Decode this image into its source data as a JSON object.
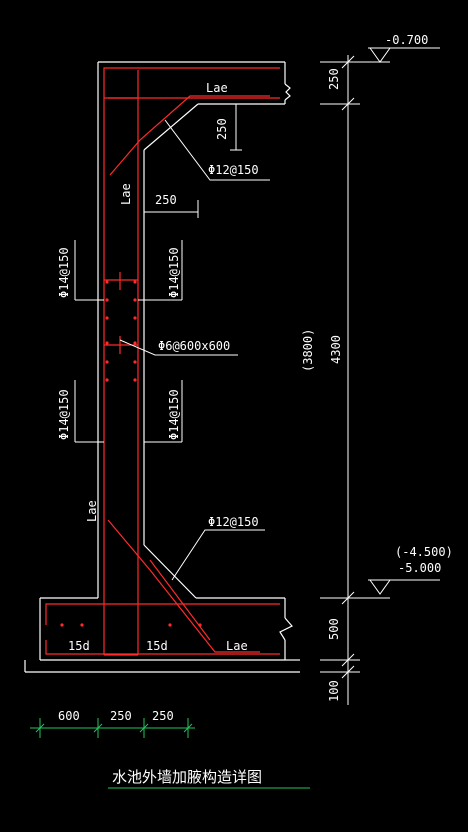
{
  "drawing": {
    "title": "水池外墙加腋构造详图",
    "colors": {
      "background": "#000000",
      "outline": "#ffffff",
      "rebar": "#ff2a2a",
      "dim_tick": "#22c55e",
      "title_underline": "#22c55e"
    },
    "elevations": {
      "top": "-0.700",
      "bottom_paren": "(-4.500)",
      "bottom": "-5.000"
    },
    "dimensions": {
      "top_slab": "250",
      "haunch_height": "250",
      "haunch_width": "250",
      "wall_height_paren": "(3800)",
      "wall_height": "4300",
      "base_slab": "500",
      "base_pad": "100",
      "footing_left": "600",
      "wall_thickness": "250",
      "haunch_bottom_width": "250"
    },
    "labels": {
      "lae_top": "Lae",
      "lae_wall": "Lae",
      "lae_lower": "Lae",
      "lae_base": "Lae",
      "bar_top_haunch": "Φ12@150",
      "bar_bottom_haunch": "Φ12@150",
      "bar_left_upper": "Φ14@150",
      "bar_right_upper": "Φ14@150",
      "bar_left_lower": "Φ14@150",
      "bar_right_lower": "Φ14@150",
      "tie_bars": "Φ6@600x600",
      "anchor_left": "15d",
      "anchor_right": "15d"
    }
  }
}
